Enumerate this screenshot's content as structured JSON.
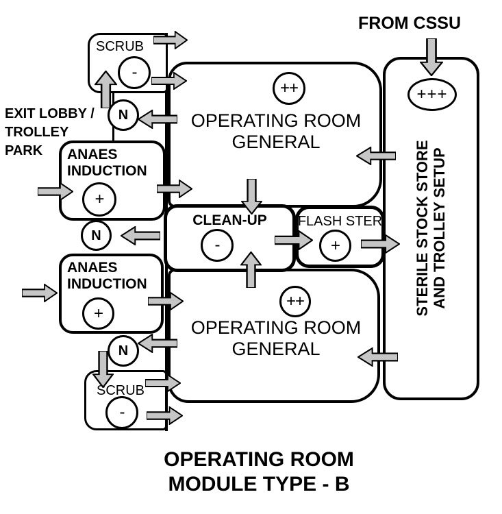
{
  "diagram": {
    "title_line1": "OPERATING ROOM",
    "title_line2": "MODULE TYPE - B",
    "from_cssu_label": "FROM CSSU",
    "exit_lobby_line1": "EXIT LOBBY /",
    "exit_lobby_line2": "TROLLEY",
    "exit_lobby_line3": "PARK"
  },
  "rooms": {
    "or_top": {
      "line1": "OPERATING ROOM",
      "line2": "GENERAL",
      "pressure": "++"
    },
    "or_bottom": {
      "line1": "OPERATING ROOM",
      "line2": "GENERAL",
      "pressure": "++"
    },
    "sterile_store": {
      "line1": "STERILE STOCK STORE",
      "line2": "AND TROLLEY SETUP",
      "pressure": "+++"
    },
    "clean_up": {
      "label": "CLEAN-UP",
      "pressure": "-"
    },
    "flash_ster": {
      "label": "FLASH STER",
      "pressure": "+"
    },
    "scrub_top": {
      "label": "SCRUB",
      "pressure": "-"
    },
    "scrub_bottom": {
      "label": "SCRUB",
      "pressure": "-"
    },
    "anaes_top": {
      "line1": "ANAES",
      "line2": "INDUCTION",
      "pressure": "+"
    },
    "anaes_bottom": {
      "line1": "ANAES",
      "line2": "INDUCTION",
      "pressure": "+"
    },
    "airlock_label": "N"
  },
  "colors": {
    "arrow_fill": "#c6c6c6",
    "line": "#000000",
    "background": "#ffffff"
  }
}
